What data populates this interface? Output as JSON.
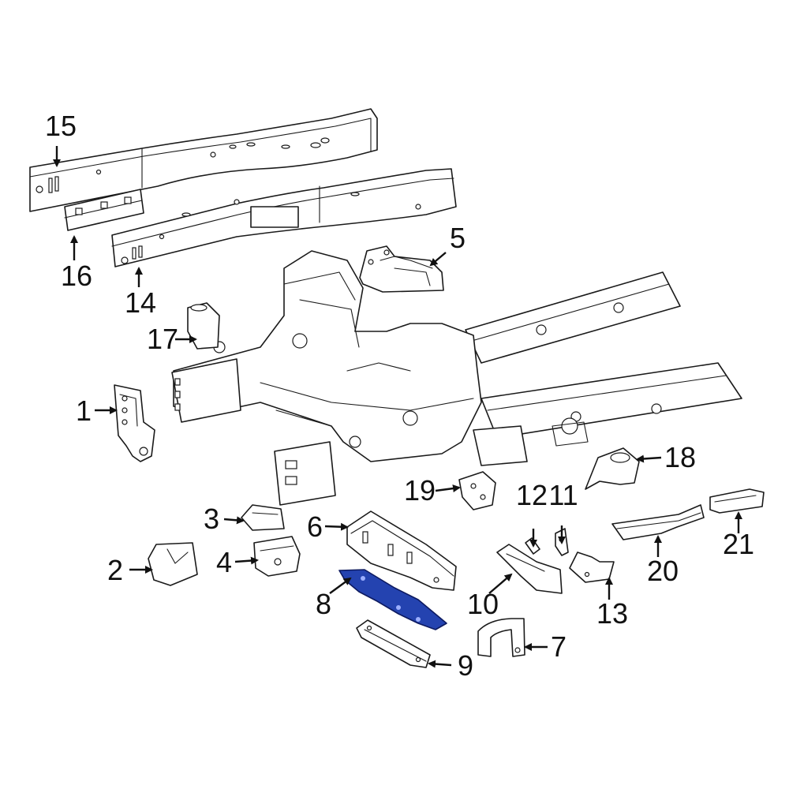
{
  "diagram": {
    "highlight_color": "#2443b0",
    "highlighted_part": "8",
    "callouts": [
      {
        "id": "c1",
        "label": "1"
      },
      {
        "id": "c2",
        "label": "2"
      },
      {
        "id": "c3",
        "label": "3"
      },
      {
        "id": "c4",
        "label": "4"
      },
      {
        "id": "c5",
        "label": "5"
      },
      {
        "id": "c6",
        "label": "6"
      },
      {
        "id": "c7",
        "label": "7"
      },
      {
        "id": "c8",
        "label": "8"
      },
      {
        "id": "c9",
        "label": "9"
      },
      {
        "id": "c10",
        "label": "10"
      },
      {
        "id": "c11",
        "label": "11"
      },
      {
        "id": "c12",
        "label": "12"
      },
      {
        "id": "c13",
        "label": "13"
      },
      {
        "id": "c14",
        "label": "14"
      },
      {
        "id": "c15",
        "label": "15"
      },
      {
        "id": "c16",
        "label": "16"
      },
      {
        "id": "c17",
        "label": "17"
      },
      {
        "id": "c18",
        "label": "18"
      },
      {
        "id": "c19",
        "label": "19"
      },
      {
        "id": "c20",
        "label": "20"
      },
      {
        "id": "c21",
        "label": "21"
      }
    ]
  }
}
